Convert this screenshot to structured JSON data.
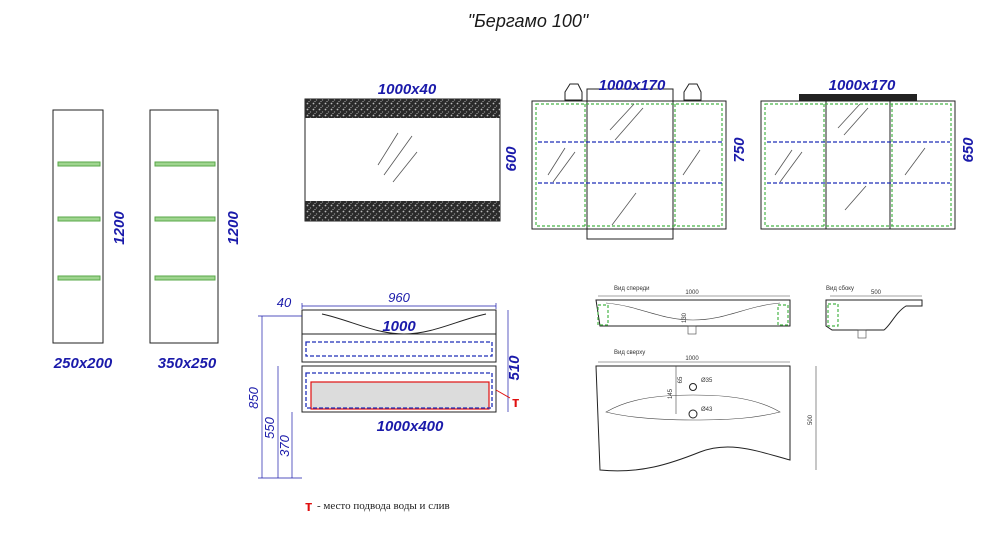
{
  "title": "\"Бергамо 100\"",
  "pencil_cases": {
    "small": {
      "size_label": "250x200",
      "height_label": "1200"
    },
    "large": {
      "size_label": "350x250",
      "height_label": "1200"
    }
  },
  "mirror": {
    "width_label": "1000x40",
    "height_label": "600"
  },
  "mirror_cabinet_a": {
    "width_label": "1000x170",
    "height_label": "750"
  },
  "mirror_cabinet_b": {
    "width_label": "1000x170",
    "height_label": "650"
  },
  "vanity": {
    "offset_label": "40",
    "inner_width_label": "960",
    "top_label": "1000",
    "bottom_label": "1000x400",
    "height_label": "510",
    "dim_850": "850",
    "dim_550": "550",
    "dim_370": "370",
    "marker": "т"
  },
  "basin_front": {
    "caption": "Вид спереди",
    "width": "1000",
    "depth": "130"
  },
  "basin_side": {
    "caption": "Вид сбоку",
    "width": "500"
  },
  "basin_top": {
    "caption": "Вид сверху",
    "width": "1000",
    "depth": "500",
    "d1": "145",
    "d2": "65",
    "hole1": "Ø35",
    "hole2": "Ø43"
  },
  "legend": {
    "marker": "т",
    "text": "- место подвода воды и слив"
  },
  "colors": {
    "dimension": "#1a1aaa",
    "shelf": "#9fd58f",
    "dash_green": "#47b347",
    "dash_blue": "#1f2fb8",
    "marker": "#e01010"
  }
}
